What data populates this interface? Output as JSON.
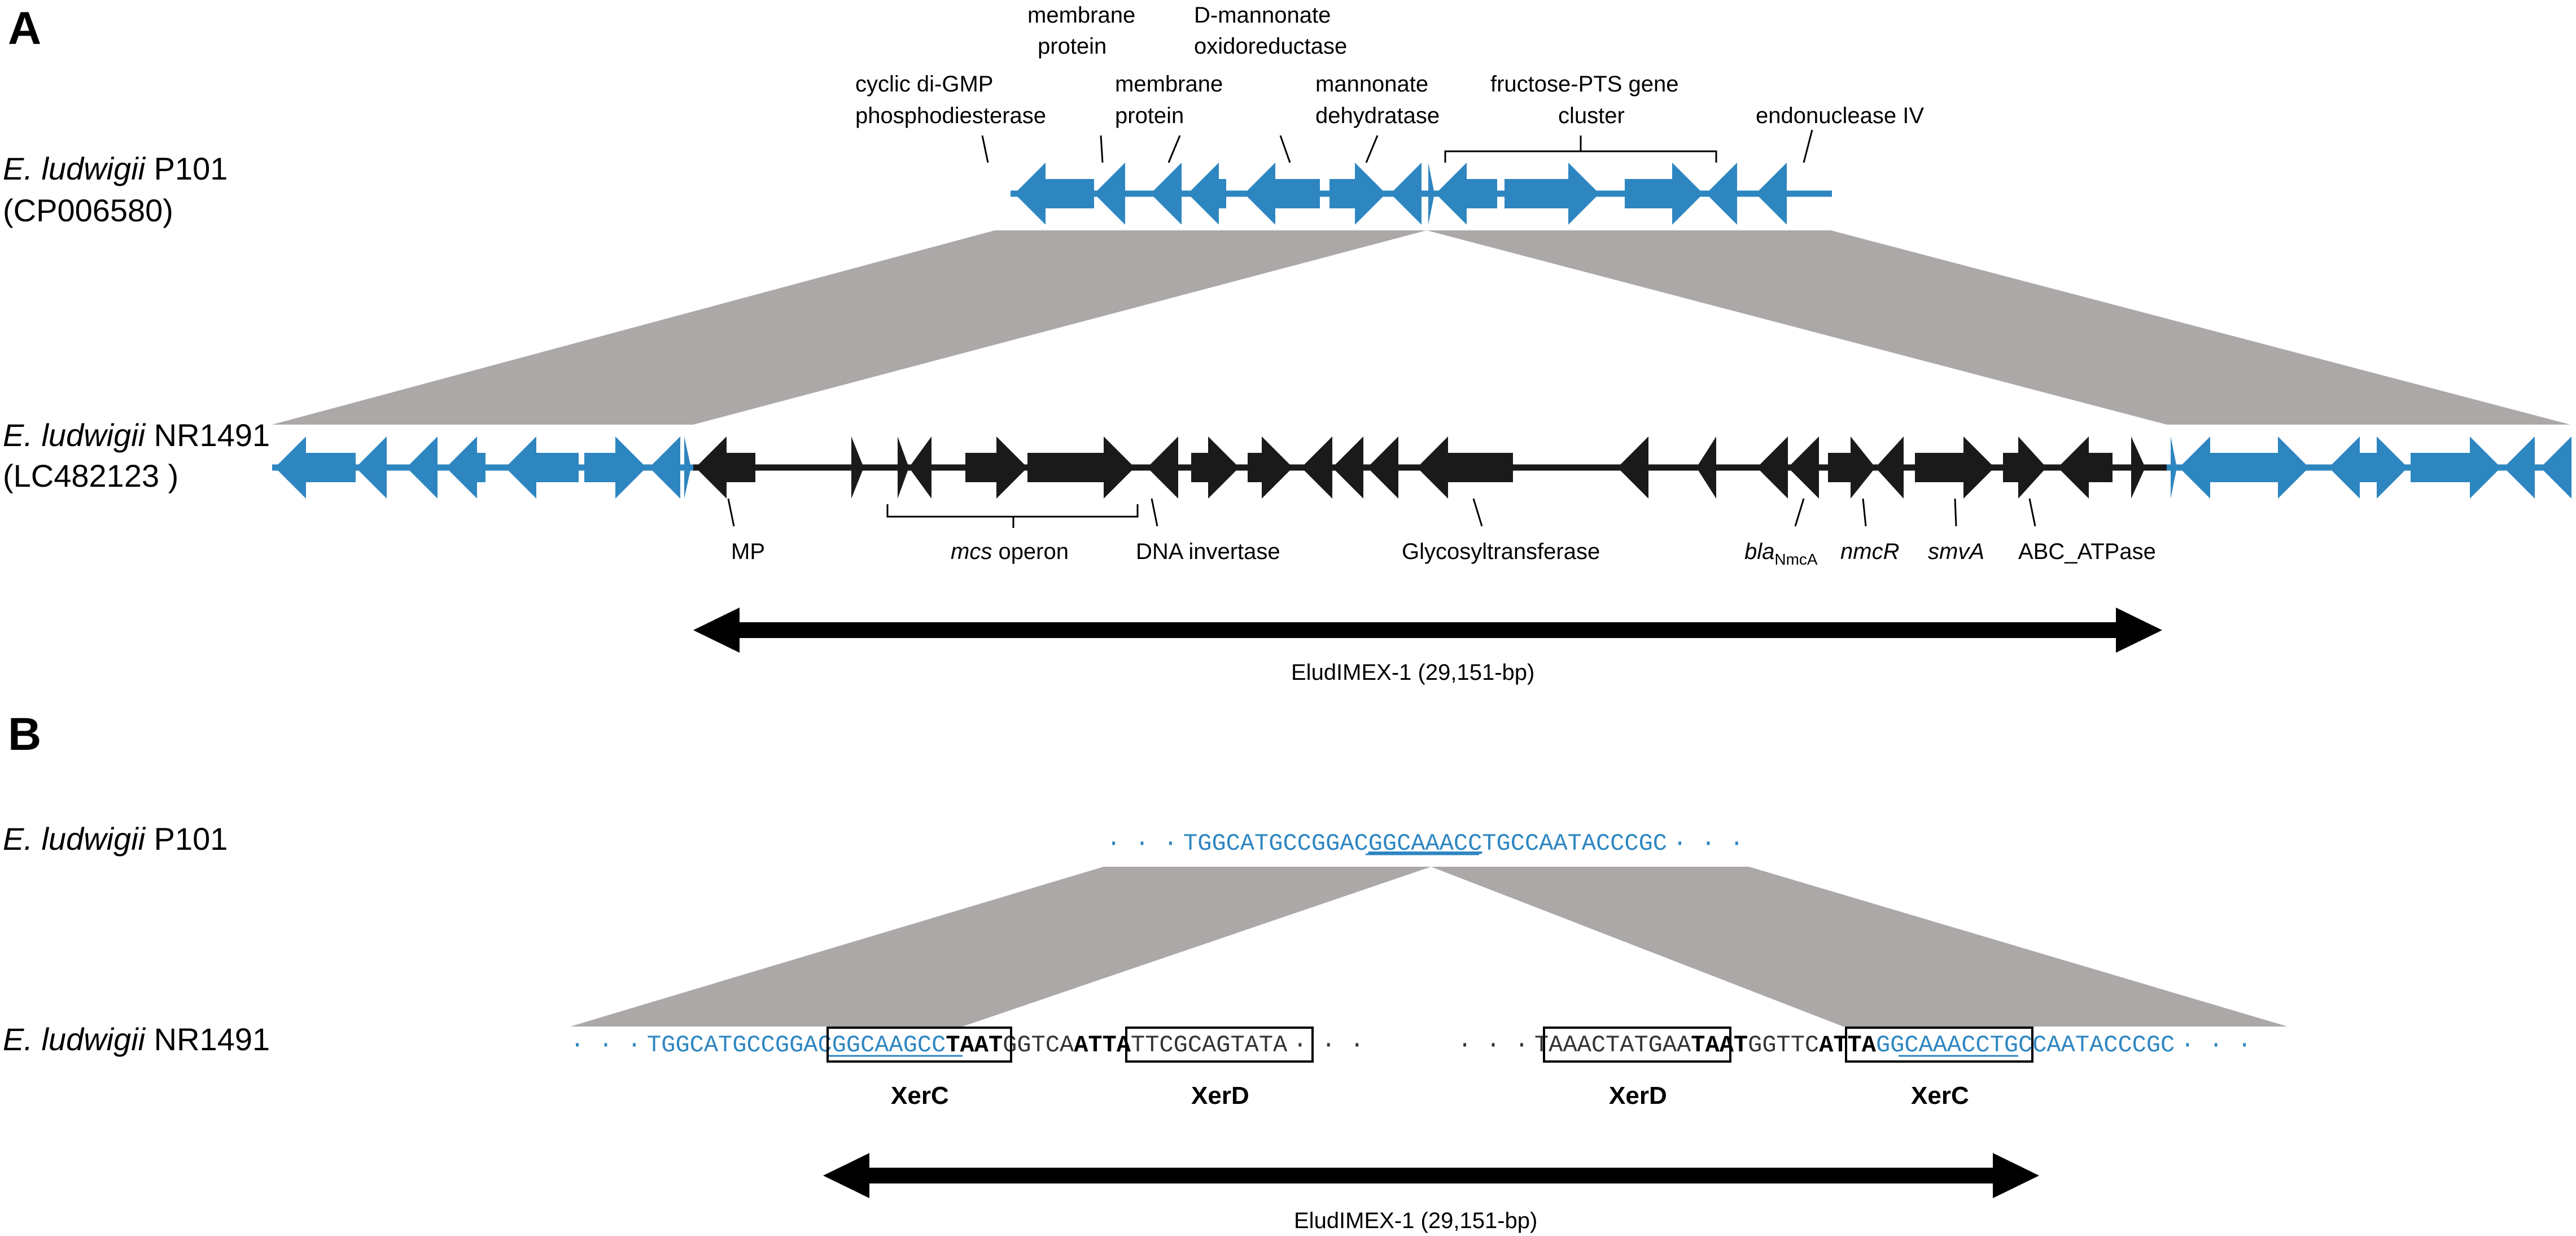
{
  "panels": {
    "a": "A",
    "b": "B"
  },
  "panel_a": {
    "strain_top_species": "E. ludwigii",
    "strain_top_name": " P101",
    "strain_top_acc": "(CP006580)",
    "strain_bottom_species": "E. ludwigii",
    "strain_bottom_name": " NR1491",
    "strain_bottom_acc": "(LC482123 )",
    "top_genes": {
      "cyclic_line1": "cyclic di-GMP",
      "cyclic_line2": "phosphodiesterase",
      "membrane1_line1": "membrane",
      "membrane1_line2": "protein",
      "membrane2_line1": "membrane",
      "membrane2_line2": "protein",
      "dmann_line1": "D-mannonate",
      "dmann_line2": "oxidoreductase",
      "mannonate_line1": "mannonate",
      "mannonate_line2": "dehydratase",
      "fructose_line1": "fructose-PTS gene",
      "fructose_line2": "cluster",
      "endonuclease": "endonuclease IV"
    },
    "bottom_genes": {
      "mp": "MP",
      "mcs_italic": "mcs",
      "mcs_rest": " operon",
      "dna_invertase": "DNA invertase",
      "glycosyltransferase": "Glycosyltransferase",
      "bla": "bla",
      "bla_sub": "NmcA",
      "nmcr": "nmcR",
      "smva": "smvA",
      "abc": "ABC_ATPase"
    },
    "element_label": "EludIMEX-1 (29,151-bp)"
  },
  "panel_b": {
    "strain_top_species": "E. ludwigii",
    "strain_top_name": " P101",
    "strain_bottom_species": "E. ludwigii",
    "strain_bottom_name": " NR1491",
    "top_seq": {
      "dots_left": "· · ·",
      "seq1": "TGGCATGCCGGAC",
      "seq_u": "GGCAAACC",
      "seq2": "TGCCAATACCCGC",
      "dots_right": "· · ·"
    },
    "bottom_left_seq": {
      "dots_left": "· · ·",
      "blue1": "TGGCATGCCGGAC",
      "blue_u": "GGCAAGCC",
      "bold1": "TAAT",
      "plain1": "GGTCA",
      "bold2": "ATTA",
      "plain2": "TTCGCAGTATA",
      "dots_right": "· · ·"
    },
    "bottom_right_seq": {
      "dots_left": "· · ·",
      "plain1": "TAAACTATGAA",
      "bold1": "TAAT",
      "plain2": "GGTTC",
      "bold2": "ATTA",
      "blue_u": "GGCAAACC",
      "blue2": "TGCCAATACCCGC",
      "dots_right": "· · ·"
    },
    "xer_labels": [
      "XerC",
      "XerD",
      "XerD",
      "XerC"
    ],
    "element_label": "EludIMEX-1 (29,151-bp)"
  },
  "colors": {
    "host_gene": "#2e86c1",
    "element_gene": "#1a1a1a",
    "shade": "#aba8a7",
    "sequence_blue": "#2e86c1"
  }
}
